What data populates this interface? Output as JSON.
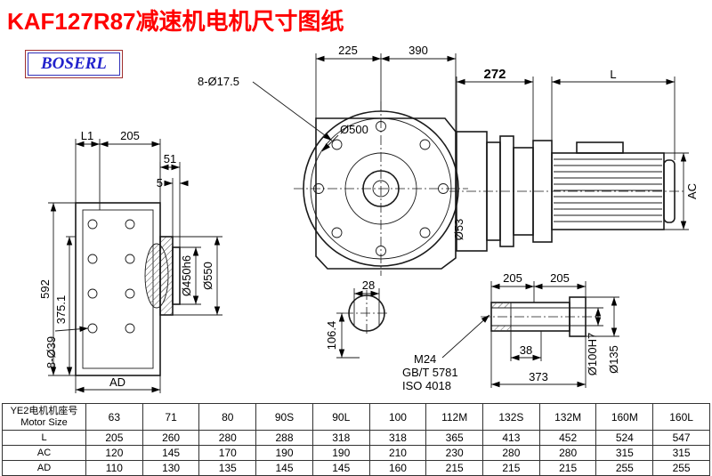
{
  "page": {
    "title": "KAF127R87减速机电机尺寸图纸",
    "logo": "BOSERL"
  },
  "dims": {
    "l1": "L1",
    "d205_top": "205",
    "d51": "51",
    "d5": "5",
    "d592": "592",
    "d375": "375.1",
    "d8_39": "8-Ø39",
    "ad": "AD",
    "d450h6": "Ø450h6",
    "d550": "Ø550",
    "d225": "225",
    "d390": "390",
    "d8_17_5": "8-Ø17.5",
    "d500": "Ø500",
    "d53": "Ø53",
    "d28": "28",
    "d106_4": "106.4",
    "d272": "272",
    "L": "L",
    "ac": "AC",
    "s205a": "205",
    "s205b": "205",
    "m24": "M24",
    "gb": "GB/T 5781",
    "iso": "ISO 4018",
    "d38": "38",
    "d373": "373",
    "d100h7": "Ø100H7",
    "d135": "Ø135"
  },
  "table": {
    "header_cn": "YE2电机机座号",
    "header_en": "Motor Size",
    "sizes": [
      "63",
      "71",
      "80",
      "90S",
      "90L",
      "100",
      "112M",
      "132S",
      "132M",
      "160M",
      "160L"
    ],
    "rows": [
      {
        "label": "L",
        "values": [
          "205",
          "260",
          "280",
          "288",
          "318",
          "318",
          "365",
          "413",
          "452",
          "524",
          "547"
        ]
      },
      {
        "label": "AC",
        "values": [
          "120",
          "145",
          "170",
          "190",
          "190",
          "210",
          "230",
          "280",
          "280",
          "315",
          "315"
        ]
      },
      {
        "label": "AD",
        "values": [
          "110",
          "130",
          "135",
          "145",
          "145",
          "160",
          "215",
          "215",
          "215",
          "255",
          "255"
        ]
      }
    ]
  }
}
